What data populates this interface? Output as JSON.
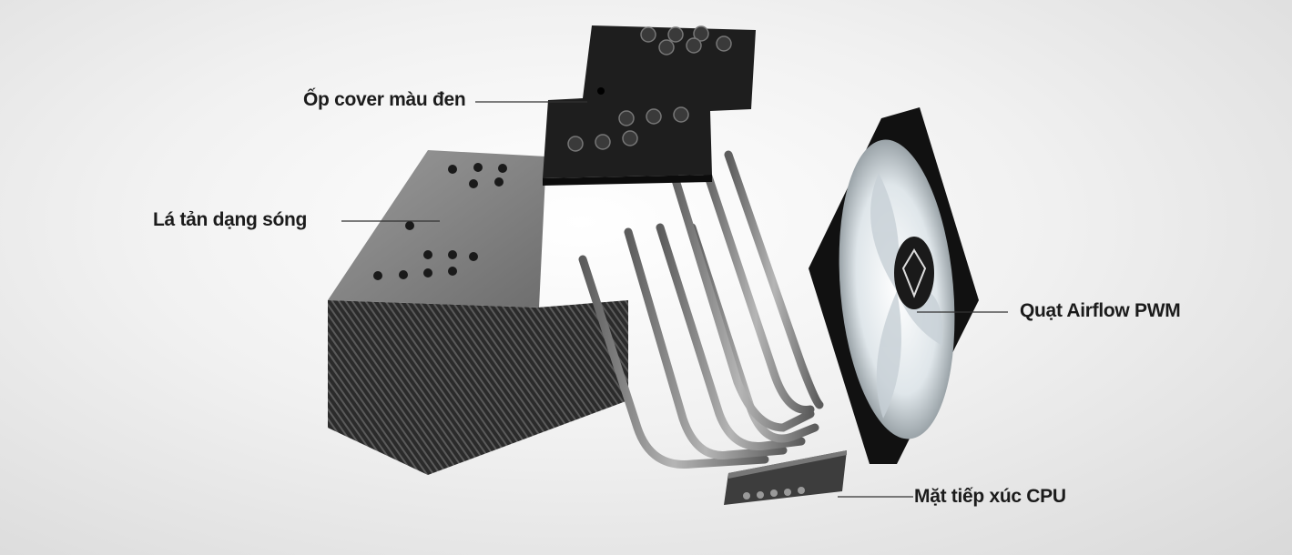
{
  "labels": {
    "cover": "Ốp cover màu đen",
    "fins": "Lá tản dạng sóng",
    "fan": "Quạt Airflow PWM",
    "base": "Mặt tiếp xúc CPU"
  },
  "colors": {
    "text": "#1b1b1b",
    "leader_line": "#333333",
    "cover": "#1e1e1e",
    "fins": "#2a2a2a",
    "heatpipe": "#8a8a8a",
    "fan_frame": "#111111",
    "fan_blades": "#e9eef2"
  }
}
